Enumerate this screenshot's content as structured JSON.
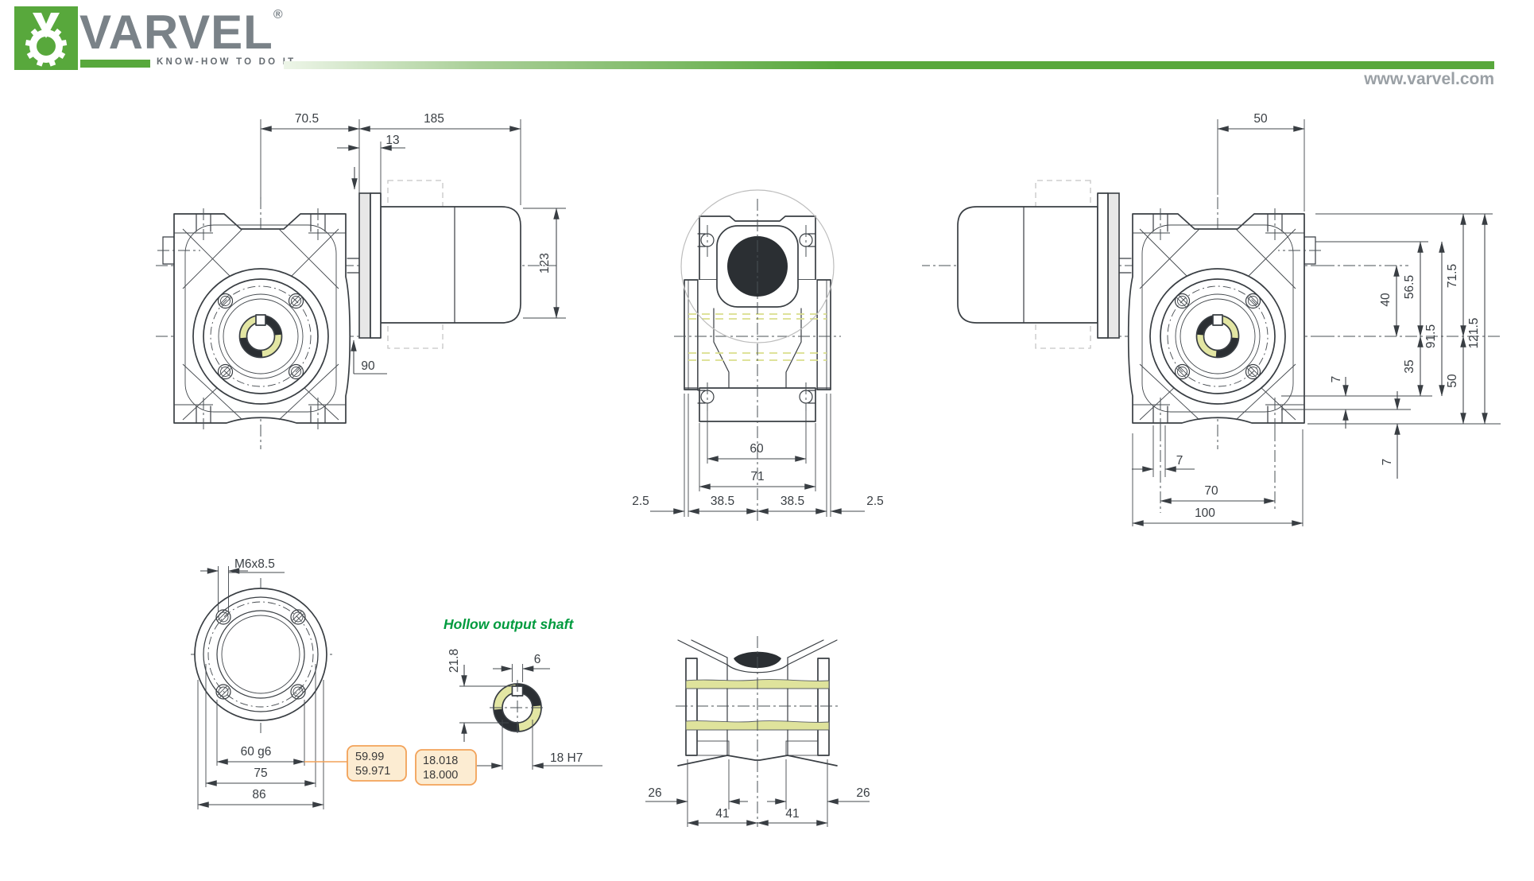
{
  "brand": {
    "name": "VARVEL",
    "registered": "®",
    "tagline": "KNOW-HOW TO DO IT",
    "website": "www.varvel.com",
    "green": "#58a83c"
  },
  "palette": {
    "line": "#393e43",
    "brass": "#e3e6a3",
    "black_fill": "#2b2f33",
    "callout_fill": "#fcecd2",
    "callout_border": "#f2a259",
    "phantom_gray": "#c5c5c5",
    "note_green": "#009b3e"
  },
  "views": {
    "side_left": {
      "dims": {
        "center_to_flange": "70.5",
        "motor_length": "185",
        "flange_thickness": "13",
        "motor_height": "123",
        "flange_diameter": "90"
      }
    },
    "front": {
      "dims": {
        "hub_width": "60",
        "housing_width": "71",
        "offset_left": "2.5",
        "half_left": "38.5",
        "half_right": "38.5",
        "offset_right": "2.5"
      }
    },
    "side_right": {
      "dims": {
        "center_to_edge": "50",
        "worm_to_center": "40",
        "shoulder_to_center": "56.5",
        "center_to_foot": "35",
        "shoulder_to_foot": "91.5",
        "top_to_center": "71.5",
        "center_to_base": "50",
        "overall_height": "121.5",
        "foot_ledge": "7",
        "base_pad": "7",
        "foot_slot": "7",
        "foot_holes_span": "70",
        "base_width": "100"
      }
    },
    "output_flange": {
      "dims": {
        "tapped_holes": "M6x8.5",
        "spigot": "60 g6",
        "bolt_circle": "75",
        "flange_od": "86"
      },
      "callout": {
        "line1": "59.99",
        "line2": "59.971"
      }
    },
    "hollow_shaft": {
      "title": "Hollow output shaft",
      "dims": {
        "keyway_depth": "21.8",
        "keyway_width": "6",
        "bore": "18 H7"
      },
      "callout": {
        "line1": "18.018",
        "line2": "18.000"
      }
    },
    "section": {
      "dims": {
        "pad_left": "26",
        "half_left": "41",
        "half_right": "41",
        "pad_right": "26"
      }
    }
  }
}
